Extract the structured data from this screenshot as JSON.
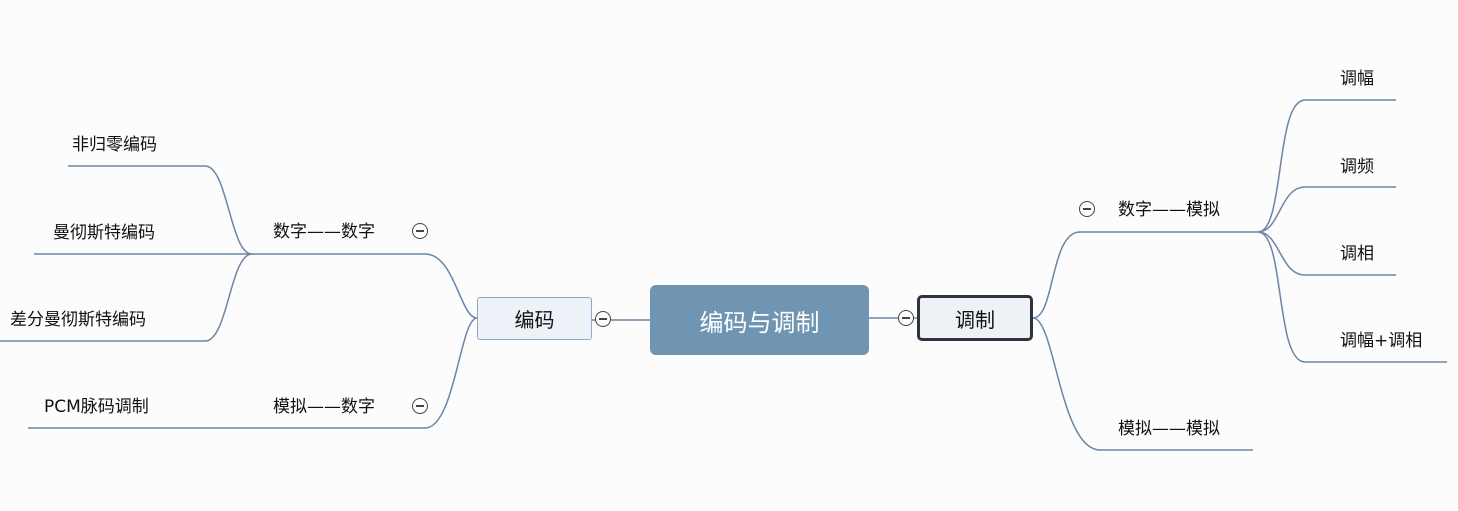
{
  "root": {
    "label": "编码与调制"
  },
  "left": {
    "main": {
      "label": "编码"
    },
    "branches": [
      {
        "label": "数字——数字",
        "children": [
          "非归零编码",
          "曼彻斯特编码",
          "差分曼彻斯特编码"
        ]
      },
      {
        "label": "模拟——数字",
        "children": [
          "PCM脉码调制"
        ]
      }
    ]
  },
  "right": {
    "main": {
      "label": "调制"
    },
    "branches": [
      {
        "label": "数字——模拟",
        "children": [
          "调幅",
          "调频",
          "调相",
          "调幅+调相"
        ]
      },
      {
        "label": "模拟——模拟",
        "children": []
      }
    ]
  },
  "colors": {
    "connector": "#6a85a6",
    "root_fill": "#6f95b3",
    "box_fill": "#edf2f8",
    "background": "#fcfcfc"
  }
}
